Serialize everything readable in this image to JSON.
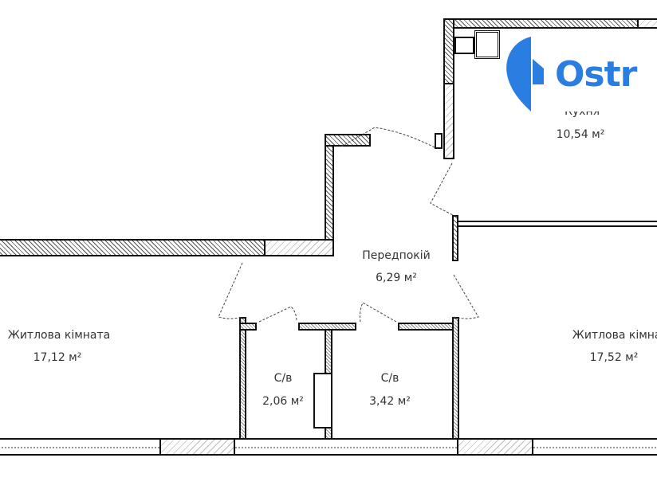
{
  "logo": {
    "text": "Ostr",
    "color": "#2a7de1"
  },
  "rooms": [
    {
      "name": "Кухня",
      "area": "10,54 м²"
    },
    {
      "name": "Передпокій",
      "area": "6,29 м²"
    },
    {
      "name": "Житлова кімната",
      "area": "17,12 м²"
    },
    {
      "name": "С/в",
      "area": "2,06 м²"
    },
    {
      "name": "С/в",
      "area": "3,42 м²"
    },
    {
      "name": "Житлова кімната",
      "area": "17,52 м²"
    }
  ]
}
